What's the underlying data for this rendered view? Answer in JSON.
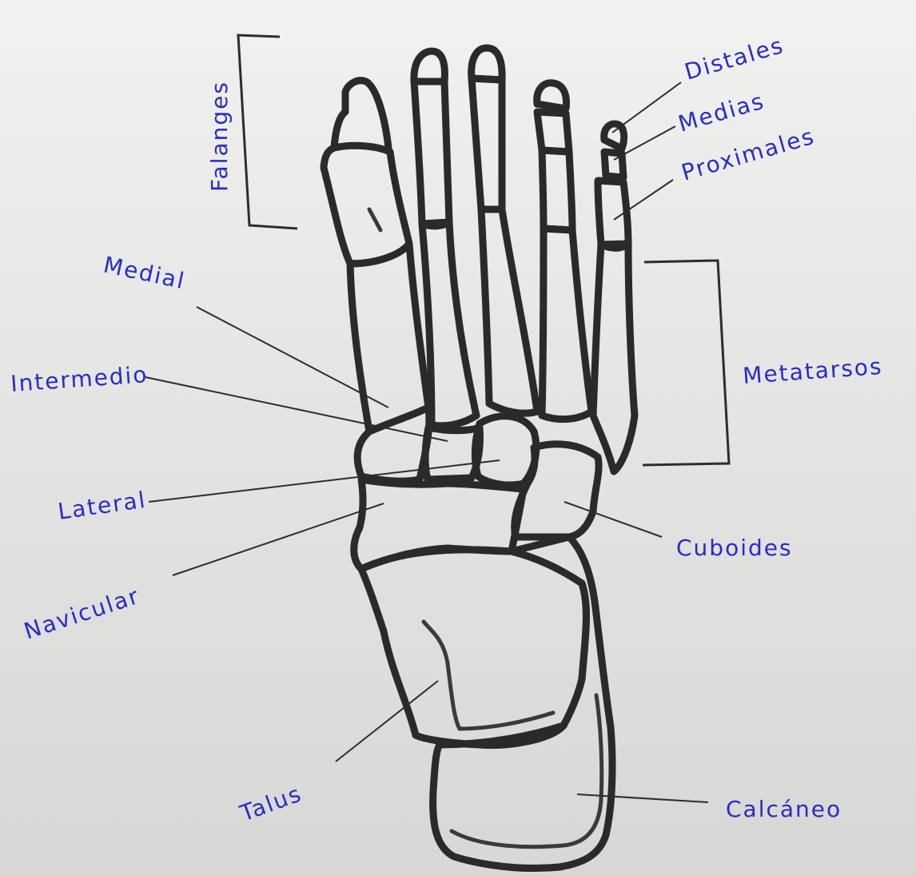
{
  "labels": {
    "falanges": "Falanges",
    "distales": "Distales",
    "medias": "Medias",
    "proximales": "Proximales",
    "medial": "Medial",
    "intermedio": "Intermedio",
    "lateral": "Lateral",
    "navicular": "Navicular",
    "metatarsos": "Metatarsos",
    "cuboides": "Cuboides",
    "talus": "Talus",
    "calcaneo": "Calcáneo"
  },
  "colors": {
    "ink_label": "#2b2bc4",
    "ink_bone": "#2a2a2a",
    "paper": "#ececea"
  }
}
